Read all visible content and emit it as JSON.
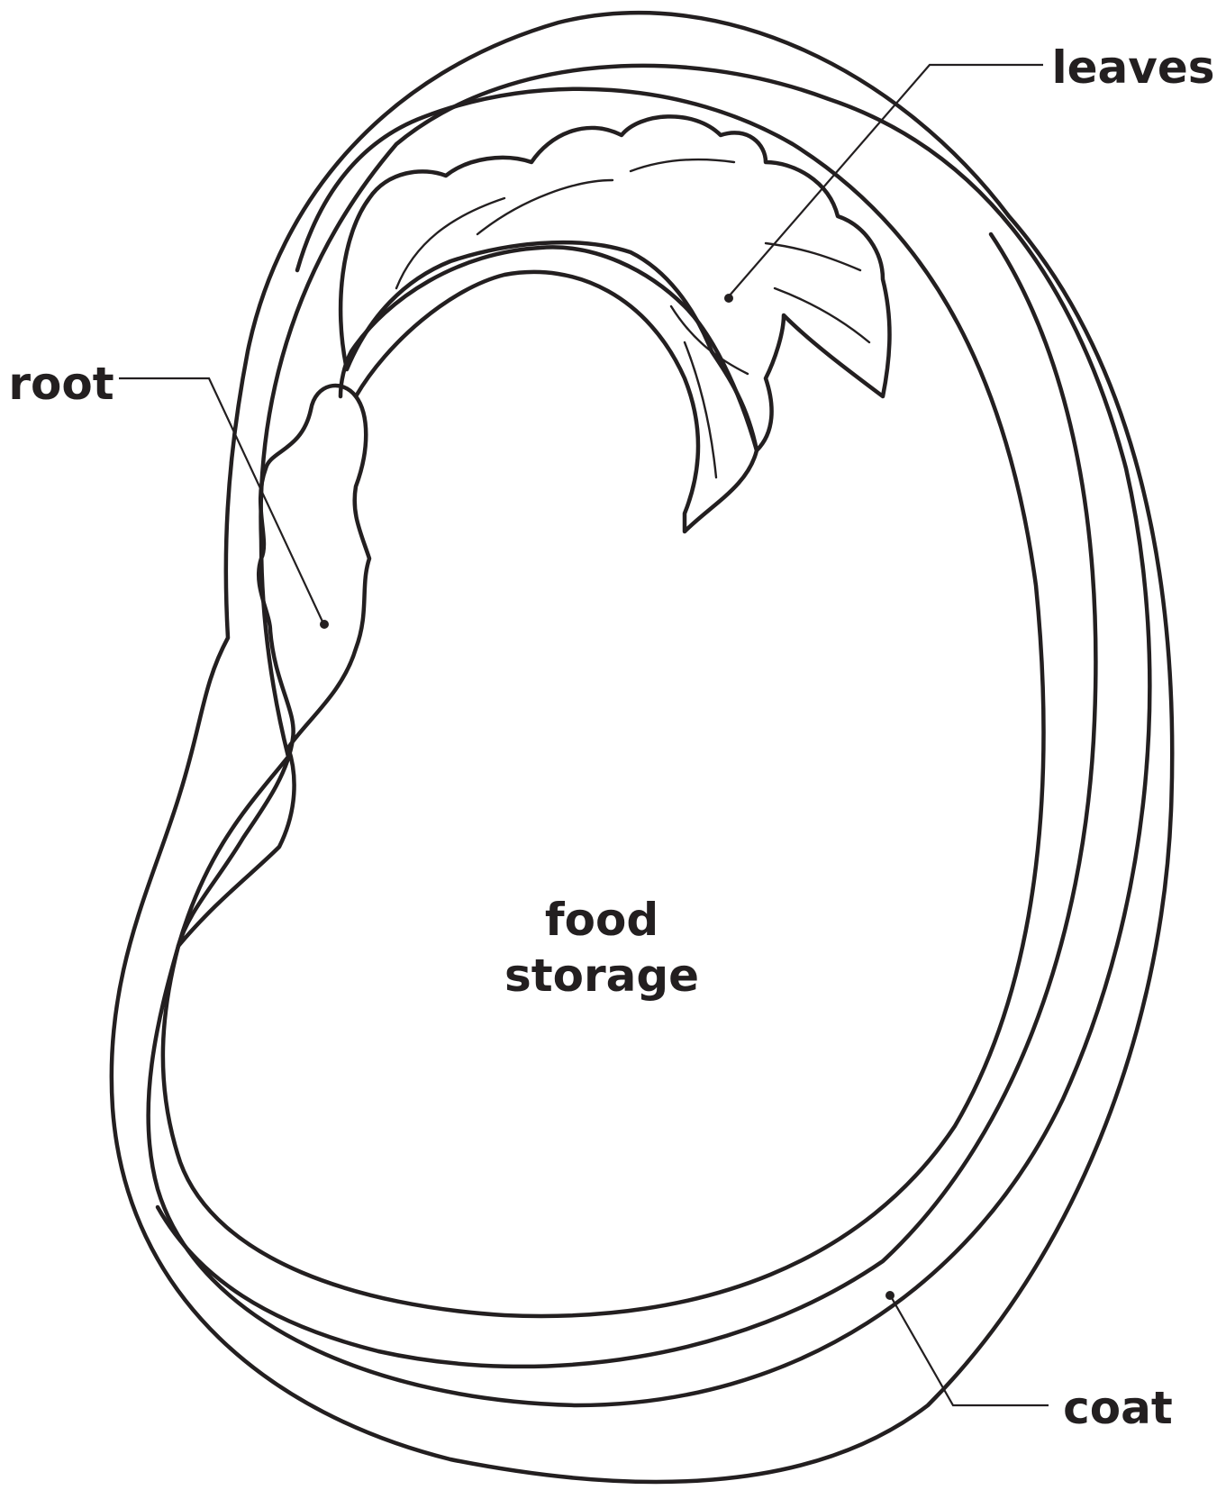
{
  "diagram": {
    "labels": {
      "leaves": "leaves",
      "root": "root",
      "food_storage_line1": "food",
      "food_storage_line2": "storage",
      "coat": "coat"
    },
    "colors": {
      "line": "#231f20",
      "background": "#ffffff"
    }
  }
}
